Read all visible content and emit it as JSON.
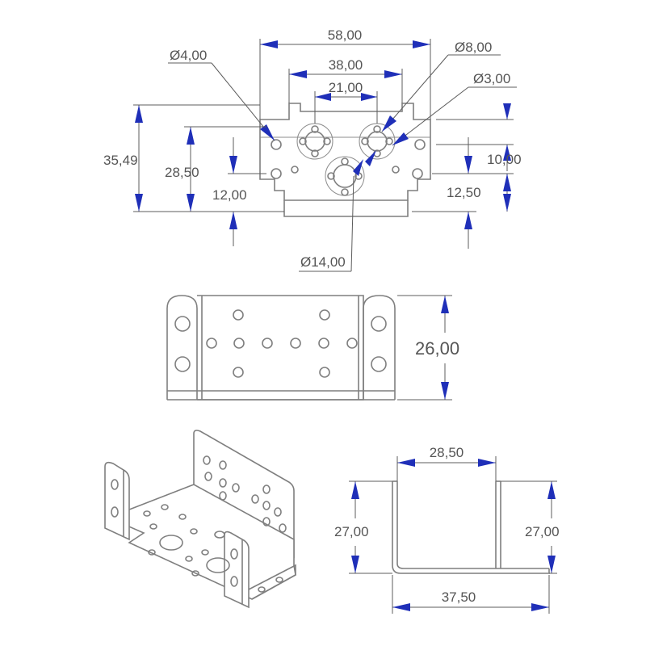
{
  "top_view": {
    "width_58": "58,00",
    "width_38": "38,00",
    "width_21": "21,00",
    "dia_4": "Ø4,00",
    "dia_8": "Ø8,00",
    "dia_3": "Ø3,00",
    "dia_14": "Ø14,00",
    "height_35_49": "35,49",
    "height_28_50": "28,50",
    "height_12": "12,00",
    "height_10": "10,00",
    "height_12_50": "12,50"
  },
  "front_view": {
    "height_26": "26,00"
  },
  "side_view": {
    "inner_width": "28,50",
    "left_height": "27,00",
    "right_height": "27,00",
    "outer_width": "37,50"
  },
  "colors": {
    "arrow": "#1f2fb8",
    "outline": "#7f7f7f",
    "text": "#555555"
  }
}
